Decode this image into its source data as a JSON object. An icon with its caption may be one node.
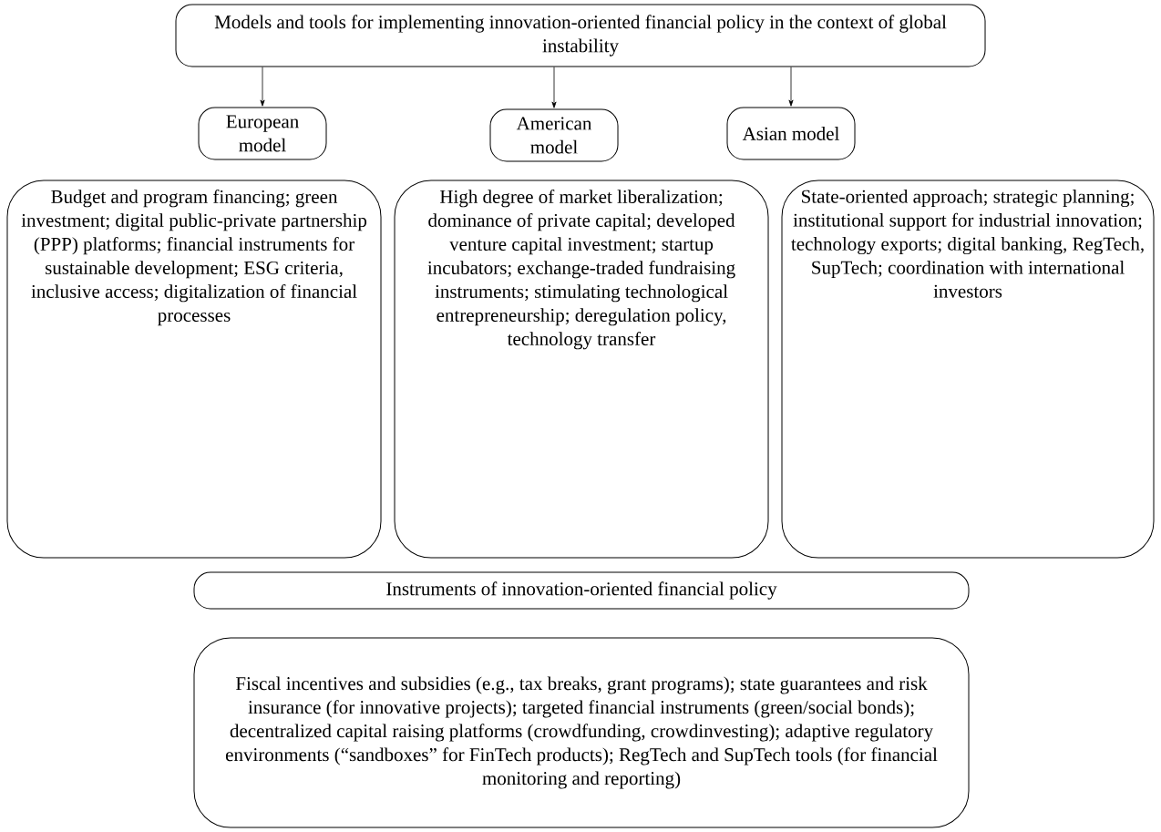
{
  "diagram": {
    "nodes": [
      {
        "text": [
          "Models and tools for implementing innovation-oriented financial policy in the context of global instability"
        ]
      },
      {
        "text": [
          "European model"
        ]
      },
      {
        "text": [
          "American model"
        ]
      },
      {
        "text": [
          "Asian model"
        ]
      },
      {
        "text": [
          "Budget and program financing; green investment; digital public-private partnership (PPP) platforms; financial instruments for sustainable development; ESG criteria, inclusive access; digitalization of financial processes"
        ]
      },
      {
        "text": [
          "High degree of market liberalization; dominance of private capital; developed venture capital investment; startup incubators; exchange-traded fundraising instruments; stimulating technological entrepreneurship; deregulation policy, technology transfer"
        ]
      },
      {
        "text": [
          "State-oriented approach; strategic planning; institutional support for industrial innovation; technology exports; digital banking, RegTech, SupTech; coordination with international investors"
        ]
      },
      {
        "text": [
          "Instruments of innovation-oriented financial policy"
        ]
      },
      {
        "text": [
          "Fiscal incentives and subsidies (e.g., tax breaks, grant programs); state guarantees and risk insurance (for innovative projects); targeted financial instruments (green/social bonds); decentralized capital raising platforms (crowdfunding, crowdinvesting); adaptive regulatory environments (“sandboxes” for FinTech products); RegTech and SupTech tools (for financial monitoring and reporting)"
        ]
      }
    ],
    "edges": [
      {
        "from": 0,
        "to": 1,
        "arrow": "to"
      },
      {
        "from": 0,
        "to": 2,
        "arrow": "to"
      },
      {
        "from": 0,
        "to": 3,
        "arrow": "to"
      }
    ]
  }
}
